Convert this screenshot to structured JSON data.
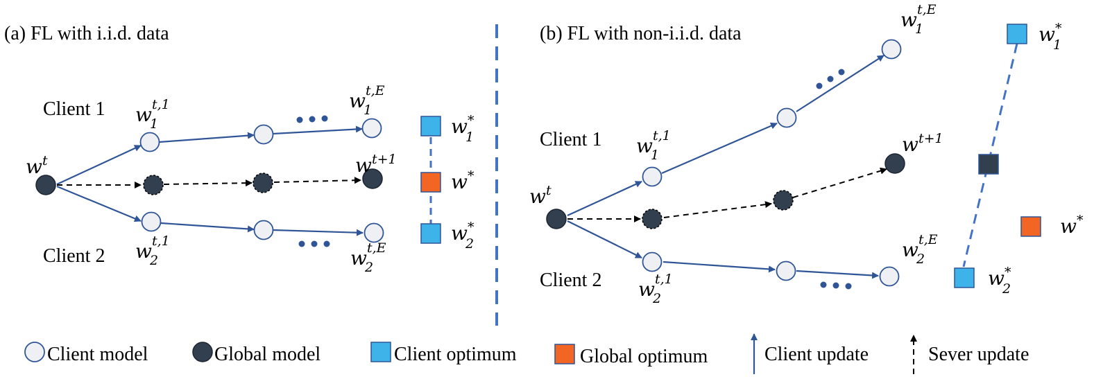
{
  "panel_a": {
    "title": "(a)  FL with i.i.d. data",
    "client1_label": "Client 1",
    "client2_label": "Client 2"
  },
  "panel_b": {
    "title": "(b)  FL with non-i.i.d. data",
    "client1_label": "Client 1",
    "client2_label": "Client 2"
  },
  "math": {
    "w": "w",
    "sub1": "1",
    "sub2": "2",
    "sup_t": "t",
    "sup_t1": "t,1",
    "sup_tE": "t,E",
    "sup_tp1": "t+1",
    "star": "*"
  },
  "legend": {
    "client_model": "Client model",
    "global_model": "Global model",
    "client_optimum": "Client optimum",
    "global_optimum": "Global optimum",
    "client_update": "Client update",
    "server_update": "Sever update"
  },
  "colors": {
    "client_node": "#eef0f3",
    "global_node": "#323f4f",
    "client_optimum": "#3eb3ea",
    "global_optimum": "#f26522",
    "client_update_arrow": "#2f5597",
    "server_update_arrow": "#000000"
  }
}
